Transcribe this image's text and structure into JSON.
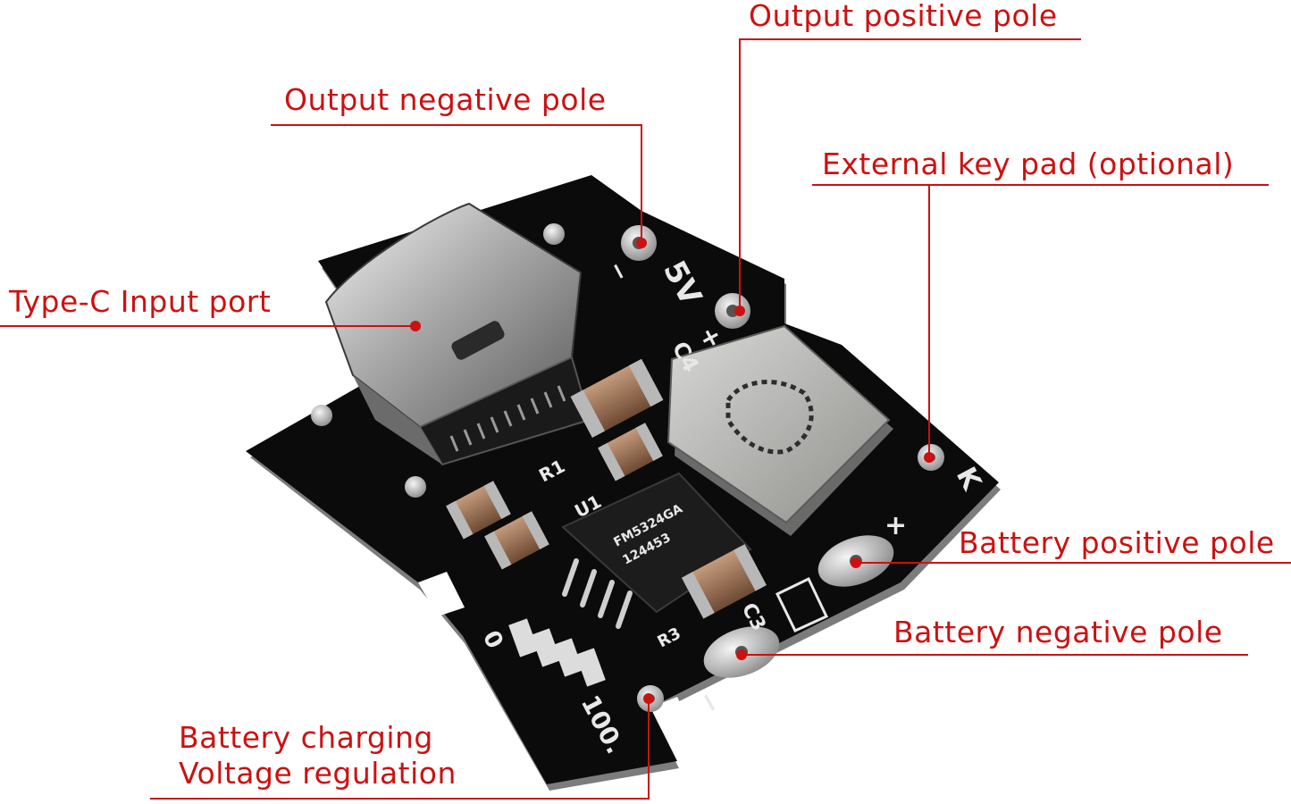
{
  "labels": {
    "output_positive": "Output positive pole",
    "output_negative": "Output negative pole",
    "external_key": "External key pad (optional)",
    "type_c_input": "Type-C Input port",
    "battery_positive": "Battery positive pole",
    "battery_negative": "Battery negative pole",
    "battery_charging_line1": "Battery charging",
    "battery_charging_line2": "Voltage regulation"
  },
  "board_silkscreen": {
    "out_minus": "−",
    "out_voltage": "5V",
    "out_plus": "+",
    "key": "K",
    "bat_plus": "+",
    "bat_minus": "−",
    "cap_c4": "C4",
    "cap_c3": "C3",
    "resistor_r1": "R1",
    "resistor_r3": "R3",
    "chip_u1": "U1",
    "led_0": "0",
    "led_100": "100.",
    "chip_marking_1": "FM5324GA",
    "chip_marking_2": "124453"
  },
  "colors": {
    "callout": "#cc1111",
    "board": "#0b0b0b",
    "pad": "#c8c8c8"
  }
}
